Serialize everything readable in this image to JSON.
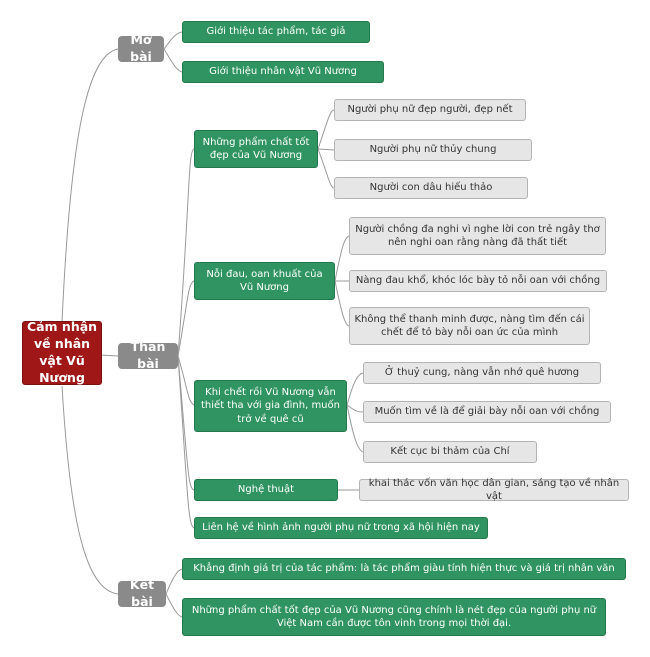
{
  "root": "Cảm nhận về nhân vật Vũ Nương",
  "sections": {
    "mo_bai": "Mở bài",
    "than_bai": "Thân bài",
    "ket_bai": "Kết bài"
  },
  "mo_bai": {
    "items": [
      "Giới thiệu tác phẩm, tác giả",
      "Giới thiệu nhân vật Vũ Nương"
    ]
  },
  "than_bai": {
    "pham_chat": {
      "label": "Những phẩm chất tốt đẹp của Vũ Nương",
      "items": [
        "Người phụ nữ đẹp người, đẹp nết",
        "Người phụ nữ thủy chung",
        "Người con dâu hiếu thảo"
      ]
    },
    "noi_dau": {
      "label": "Nỗi đau, oan khuất của Vũ Nương",
      "items": [
        "Người chồng đa nghi vì nghe lời con trẻ ngây thơ nên nghi oan rằng nàng đã thất tiết",
        "Nàng đau khổ, khóc lóc bày tỏ nỗi oan với chồng",
        "Không thể thanh minh được, nàng tìm đến cái chết để tỏ bày nỗi oan ức của mình"
      ]
    },
    "khi_chet": {
      "label": "Khi chết rồi Vũ Nương vẫn thiết tha với gia đình, muốn trở về quê cũ",
      "items": [
        "Ở thuỷ cung, nàng vẫn nhớ quê hương",
        "Muốn tìm về là để giải bày nỗi oan với chồng",
        "Kết cục bi thảm của Chí"
      ]
    },
    "nghe_thuat": {
      "label": "Nghệ thuật",
      "items": [
        "khai thác vốn văn học dân gian, sáng tạo về nhân vật"
      ]
    },
    "lien_he": "Liên hệ về hình ảnh người phụ nữ trong xã hội hiện nay"
  },
  "ket_bai": {
    "items": [
      "Khẳng định giá trị của tác phẩm: là tác phẩm giàu tính hiện thực và giá trị nhân văn",
      "Những phẩm chất tốt đẹp của Vũ Nương cũng chính là nét đẹp của người phụ nữ Việt Nam cần được tôn vinh trong mọi thời đại."
    ]
  },
  "colors": {
    "root": "#a01717",
    "section": "#8a8a8a",
    "branch": "#2f9461",
    "leaf": "#e6e6e6",
    "connector": "#9a9a9a"
  }
}
